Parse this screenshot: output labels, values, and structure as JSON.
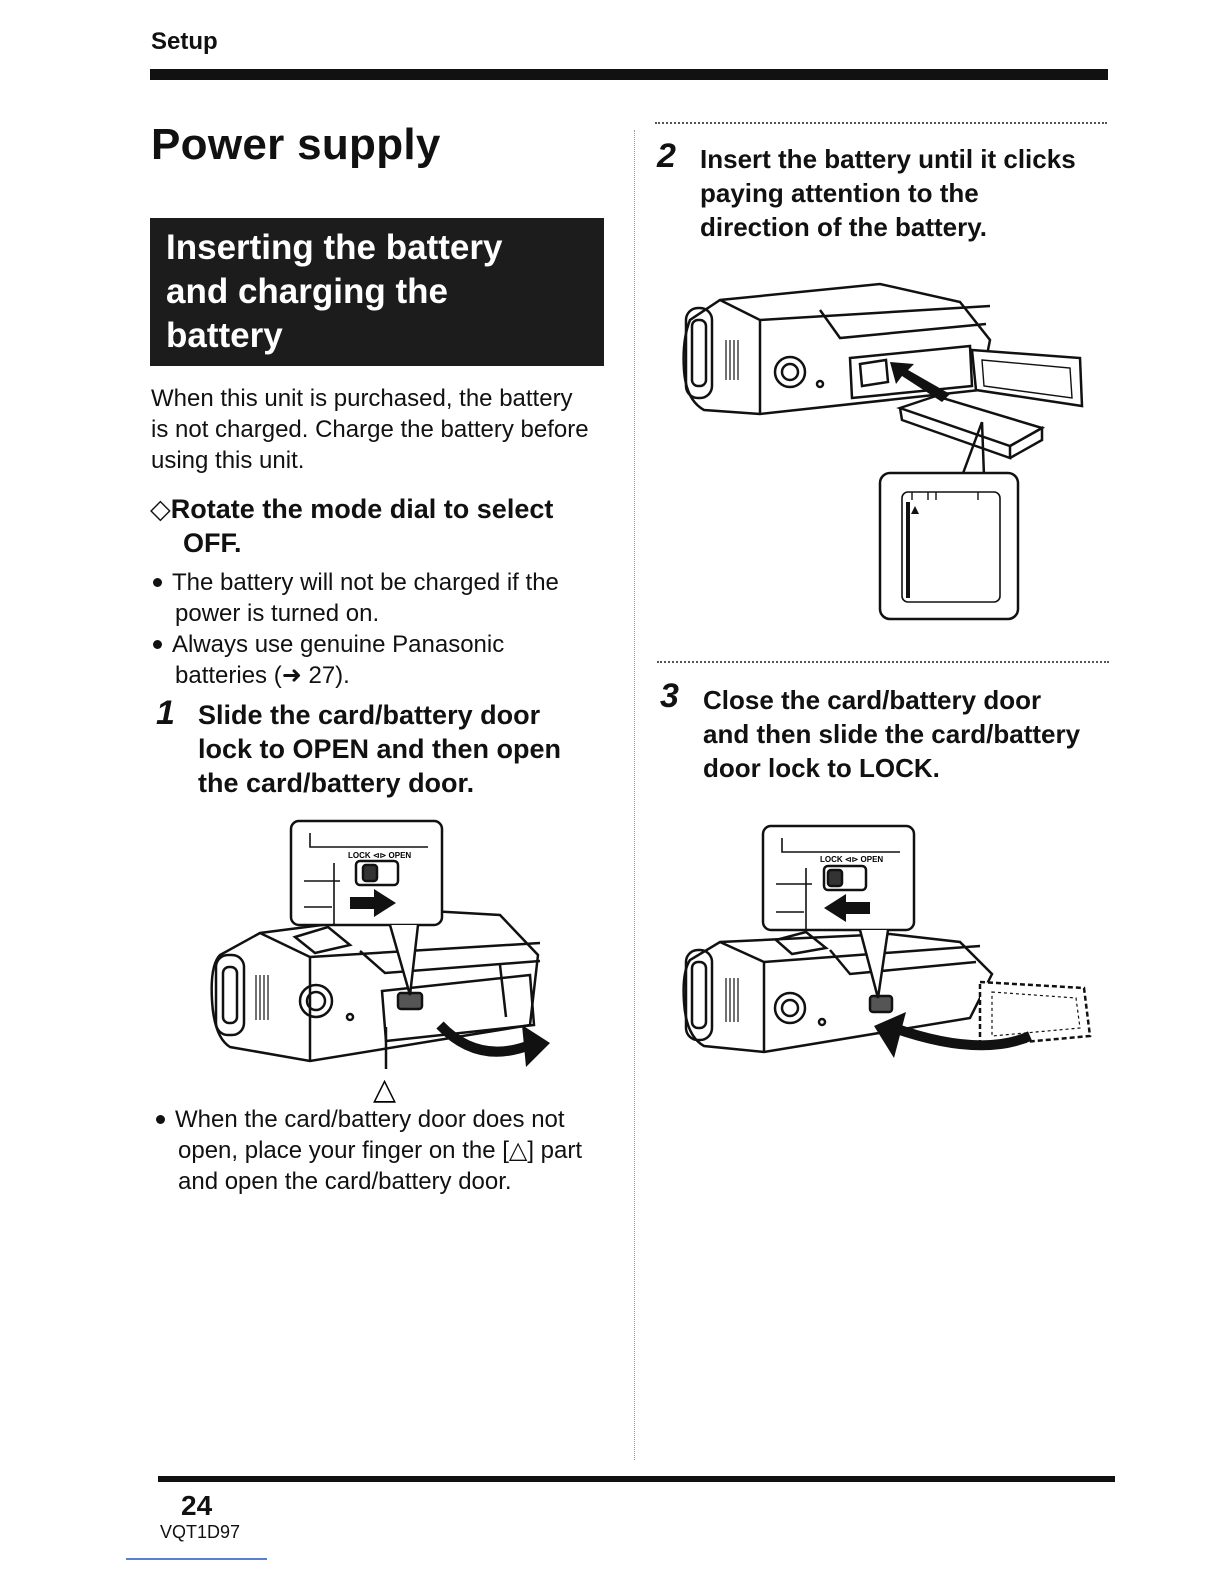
{
  "header": {
    "section": "Setup"
  },
  "title": "Power supply",
  "subsection_heading": [
    "Inserting the battery",
    "and charging the",
    "battery"
  ],
  "intro": [
    "When this unit is purchased, the battery",
    "is not charged. Charge the battery before",
    "using this unit."
  ],
  "mode_instruction": {
    "symbol": "◇",
    "lines": [
      "Rotate the mode dial to select",
      "OFF."
    ]
  },
  "notes": [
    {
      "lines": [
        "The battery will not be charged if the",
        "power is turned on."
      ]
    },
    {
      "lines": [
        "Always use genuine Panasonic",
        "batteries (➜ 27)."
      ]
    }
  ],
  "steps": [
    {
      "number": "1",
      "lines": [
        "Slide the card/battery door",
        "lock to OPEN and then open",
        "the card/battery door."
      ]
    },
    {
      "number": "2",
      "lines": [
        "Insert the battery until it clicks",
        "paying attention to the",
        "direction of the battery."
      ]
    },
    {
      "number": "3",
      "lines": [
        "Close the card/battery door",
        "and then slide the card/battery",
        "door lock to LOCK."
      ]
    }
  ],
  "figure_labels": {
    "lock_open": "LOCK ⊲⊳ OPEN",
    "finger_mark": "△"
  },
  "step1_note": [
    "When the card/battery door does not",
    "open, place your finger on the [△] part",
    "and open the card/battery door."
  ],
  "footer": {
    "page_number": "24",
    "model_code": "VQT1D97"
  }
}
